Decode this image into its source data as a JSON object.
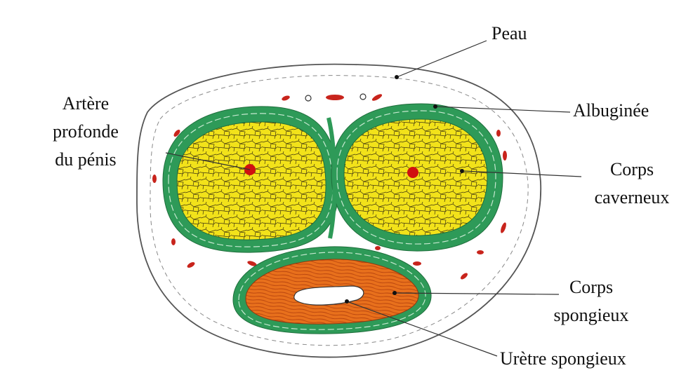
{
  "labels": {
    "peau": "Peau",
    "albuginee": "Albuginée",
    "artere_line1": "Artère",
    "artere_line2": "profonde",
    "artere_line3": "du pénis",
    "corps_caverneux_line1": "Corps",
    "corps_caverneux_line2": "caverneux",
    "corps_spongieux_line1": "Corps",
    "corps_spongieux_line2": "spongieux",
    "uretre": "Urètre spongieux"
  },
  "colors": {
    "skin_outline": "#555555",
    "albuginea": "#2e9a58",
    "cavernous": "#f2e21a",
    "spongy": "#e8701c",
    "artery": "#d01010",
    "vessels": "#c8241c",
    "leader": "#333333"
  }
}
